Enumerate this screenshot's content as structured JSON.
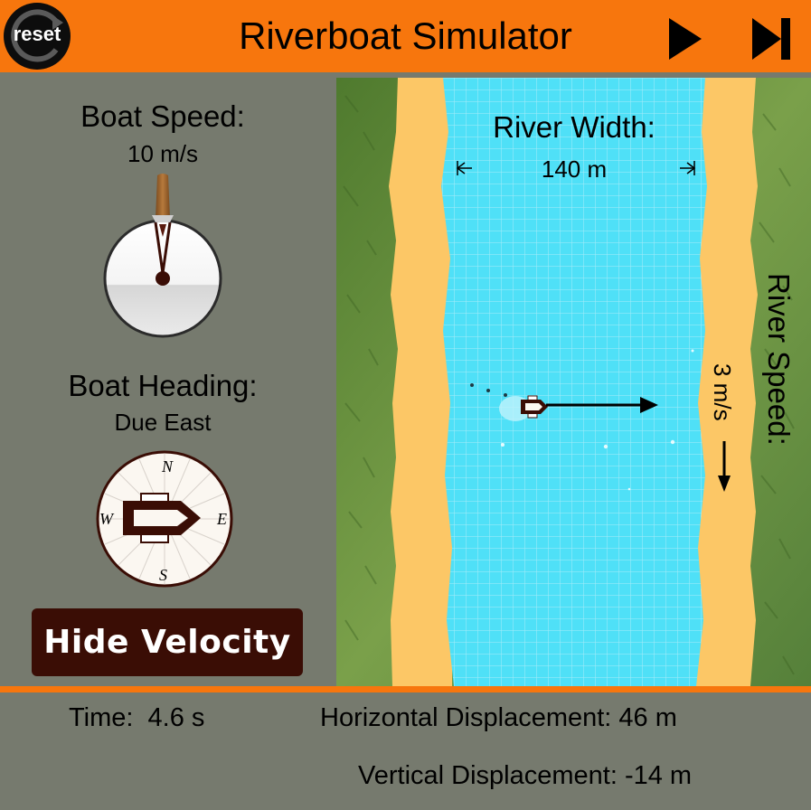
{
  "header": {
    "title": "Riverboat Simulator",
    "reset_label": "reset",
    "play_icon": "play-icon",
    "skip_icon": "skip-forward-icon",
    "accent_color": "#f7760d"
  },
  "controls": {
    "boat_speed_label": "Boat Speed:",
    "boat_speed_value": "10 m/s",
    "boat_heading_label": "Boat Heading:",
    "boat_heading_value": "Due East",
    "compass": {
      "n": "N",
      "e": "E",
      "s": "S",
      "w": "W"
    },
    "hide_velocity_label": "Hide Velocity"
  },
  "river": {
    "width_label": "River Width:",
    "width_value": "140 m",
    "speed_label": "River Speed:",
    "speed_value": "3 m/s",
    "water_color": "#4fe0f7",
    "sand_color": "#fcc766",
    "grass_color": "#5f8a3a"
  },
  "stats": {
    "time_label": "Time:  4.6 s",
    "horizontal_displacement": "Horizontal Displacement: 46 m",
    "vertical_displacement": "Vertical Displacement: -14 m"
  }
}
